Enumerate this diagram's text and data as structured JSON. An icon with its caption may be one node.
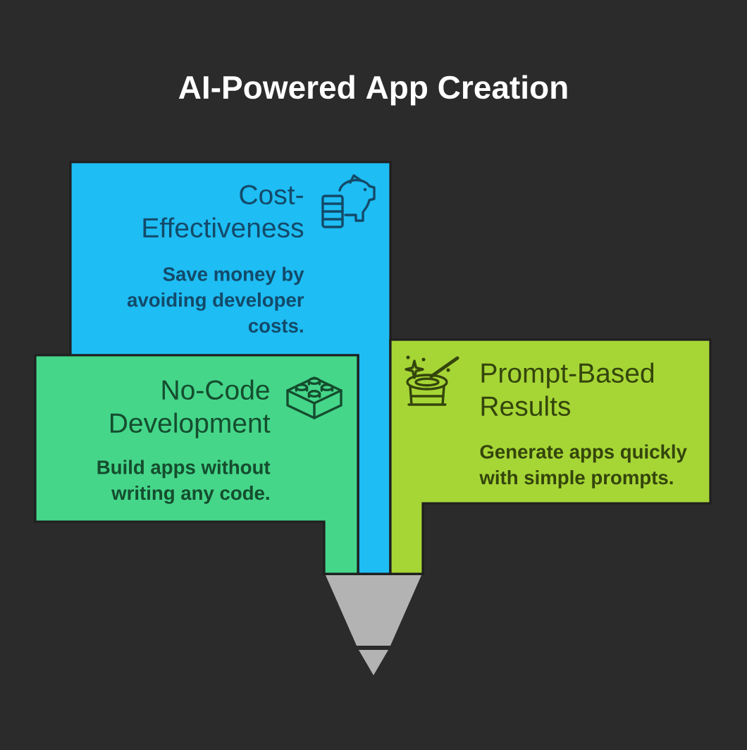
{
  "diagram": {
    "title": "AI-Powered App Creation",
    "nodes": [
      {
        "text": [
          "Cost-Effectiveness",
          "Save money by avoiding developer costs."
        ]
      },
      {
        "text": [
          "No-Code Development",
          "Build apps without writing any code."
        ]
      },
      {
        "text": [
          "Prompt-Based Results",
          "Generate apps quickly with simple prompts."
        ]
      },
      {
        "text": [],
        "shape": "funnel"
      }
    ]
  }
}
